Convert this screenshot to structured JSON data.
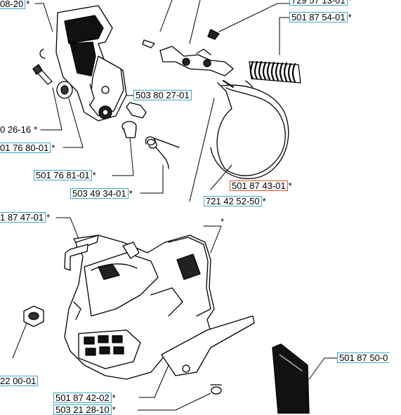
{
  "diagram": {
    "accent_color": "#39a9c9",
    "highlight_color": "#e8522c",
    "labels": [
      {
        "id": "p1",
        "part": "08-20",
        "suffix": "*",
        "highlight": false
      },
      {
        "id": "p2",
        "part": "729 57 13-01",
        "suffix": "*",
        "highlight": false
      },
      {
        "id": "p3",
        "part": "501 87 54-01",
        "suffix": "*",
        "highlight": false
      },
      {
        "id": "p4",
        "part": "503 80 27-01",
        "suffix": "",
        "highlight": false
      },
      {
        "id": "p5",
        "part": "0 26-16",
        "suffix": "*",
        "highlight": false
      },
      {
        "id": "p6",
        "part": "01 76 80-01",
        "suffix": "*",
        "highlight": false
      },
      {
        "id": "p7",
        "part": "501 76 81-01",
        "suffix": "*",
        "highlight": false
      },
      {
        "id": "p8",
        "part": "503 49 34-01",
        "suffix": "*",
        "highlight": false
      },
      {
        "id": "p9",
        "part": "501 87 43-01",
        "suffix": "*",
        "highlight": true
      },
      {
        "id": "p10",
        "part": "721 42 52-50",
        "suffix": "*",
        "highlight": false
      },
      {
        "id": "p11",
        "part": "1 87 47-01",
        "suffix": "*",
        "highlight": false
      },
      {
        "id": "p12",
        "part": "501 87 50-0",
        "suffix": "",
        "highlight": false
      },
      {
        "id": "p13",
        "part": "22 00-01",
        "suffix": "",
        "highlight": false
      },
      {
        "id": "p14",
        "part": "501 87 42-02",
        "suffix": "*",
        "highlight": false
      },
      {
        "id": "p15",
        "part": "503 21 28-10",
        "suffix": "*",
        "highlight": false
      }
    ],
    "unlabeled_star": "*"
  }
}
